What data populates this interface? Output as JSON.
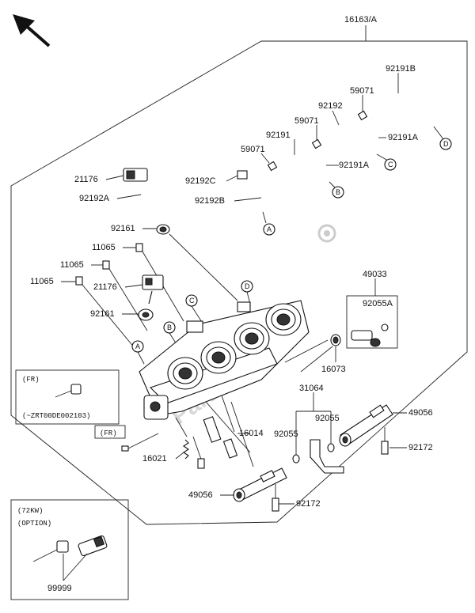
{
  "watermark": "PartsRepublik",
  "part_numbers": {
    "assembly": "16163/A",
    "hose_b": "92191B",
    "clamp_1": "59071",
    "hose_92192": "92192",
    "clamp_2": "59071",
    "hose_92191": "92191",
    "hose_a_right": "92191A",
    "clamp_3": "59071",
    "hose_a_mid": "92191A",
    "hose_c": "92192C",
    "hose_b2": "92192B",
    "sensor_top": "21176",
    "hose_a2": "92192A",
    "nozzle_top": "92161",
    "cap_1": "11065",
    "cap_2": "11065",
    "cap_3": "11065",
    "sensor_mid": "21176",
    "nozzle_mid": "92161",
    "injector_set": "49033",
    "oring_a": "92055A",
    "seal": "16073",
    "pipe": "31064",
    "oring_1": "92055",
    "oring_2": "92055",
    "delivery_right": "49056",
    "bolt_right": "92172",
    "throttle_sensor": "16014",
    "spring_set": "16021",
    "delivery_left": "49056",
    "bolt_left": "92172",
    "option_part": "99999"
  },
  "callouts": {
    "a": "A",
    "b": "B",
    "c": "C",
    "d": "D"
  },
  "notes": {
    "fr_box_title": "(FR)",
    "fr_box_code": "(~ZRT00DE002103)",
    "fr_small": "(FR)",
    "option_line1": "(72KW)",
    "option_line2": "(OPTION)"
  }
}
